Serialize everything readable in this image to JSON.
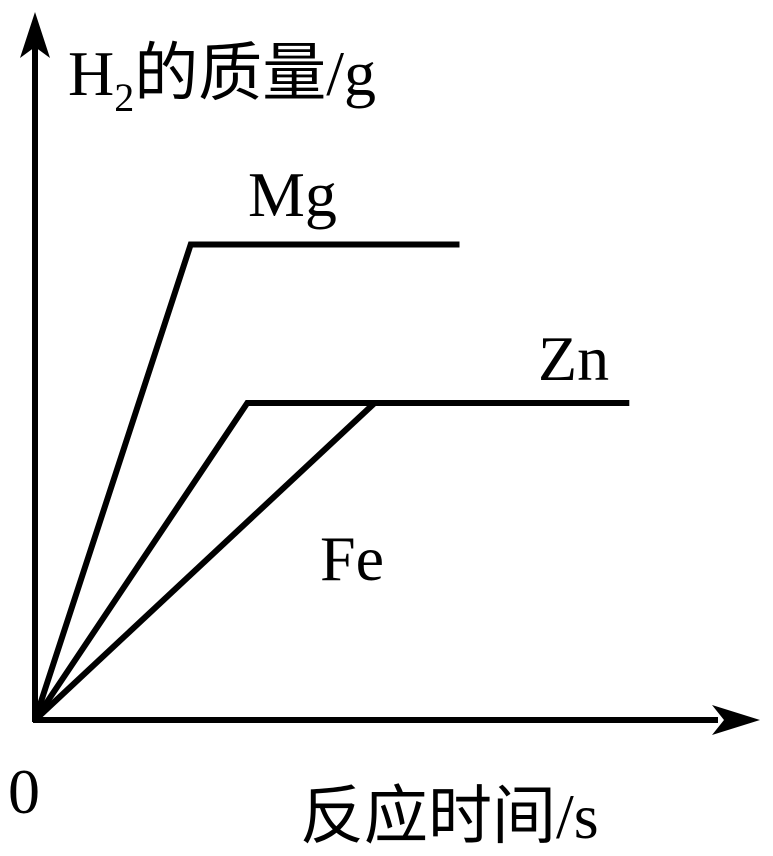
{
  "chart_data": {
    "type": "line",
    "ylabel_main": "H",
    "ylabel_sub": "2",
    "ylabel_rest": "的质量/g",
    "xlabel": "反应时间/s",
    "origin_label": "0",
    "xlim": [
      0,
      2.3
    ],
    "ylim": [
      0,
      2.2
    ],
    "series": [
      {
        "name": "Mg",
        "x": [
          0,
          0.55,
          1.5
        ],
        "y": [
          0,
          1.5,
          1.5
        ],
        "color": "#000000"
      },
      {
        "name": "Zn",
        "x": [
          0,
          0.75,
          2.1
        ],
        "y": [
          0,
          1.0,
          1.0
        ],
        "color": "#000000"
      },
      {
        "name": "Fe",
        "x": [
          0,
          1.2
        ],
        "y": [
          0,
          1.0
        ],
        "color": "#000000"
      }
    ]
  }
}
